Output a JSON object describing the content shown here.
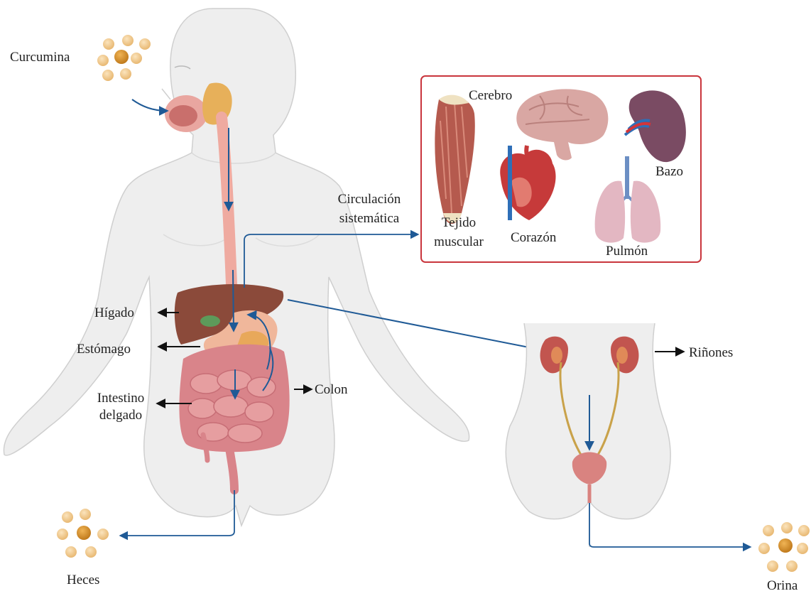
{
  "labels": {
    "curcumina": "Curcumina",
    "circulacion_line1": "Circulación",
    "circulacion_line2": "sistemática",
    "cerebro": "Cerebro",
    "bazo": "Bazo",
    "tejido_line1": "Tejido",
    "tejido_line2": "muscular",
    "corazon": "Corazón",
    "pulmon": "Pulmón",
    "higado": "Hígado",
    "estomago": "Estómago",
    "intestino_line1": "Intestino",
    "intestino_line2": "delgado",
    "colon": "Colon",
    "rinones": "Riñones",
    "heces": "Heces",
    "orina": "Orina"
  },
  "colors": {
    "arrow_blue": "#1f5a96",
    "label_arrow": "#111111",
    "body": "#eeeeee",
    "body_outline": "#c9c9c9",
    "organ_box_border": "#c9353c",
    "particle_light": "#f3cf98",
    "particle_dark": "#d7902a",
    "liver": "#8b4a3a",
    "intestine": "#d9848a",
    "kidney": "#c2554f",
    "ureter": "#c9a24a"
  },
  "icons": [
    "curcumin-particles-icon",
    "brain-icon",
    "spleen-icon",
    "muscle-icon",
    "heart-icon",
    "lungs-icon",
    "liver-icon",
    "stomach-icon",
    "intestine-icon",
    "kidney-icon",
    "bladder-icon"
  ]
}
